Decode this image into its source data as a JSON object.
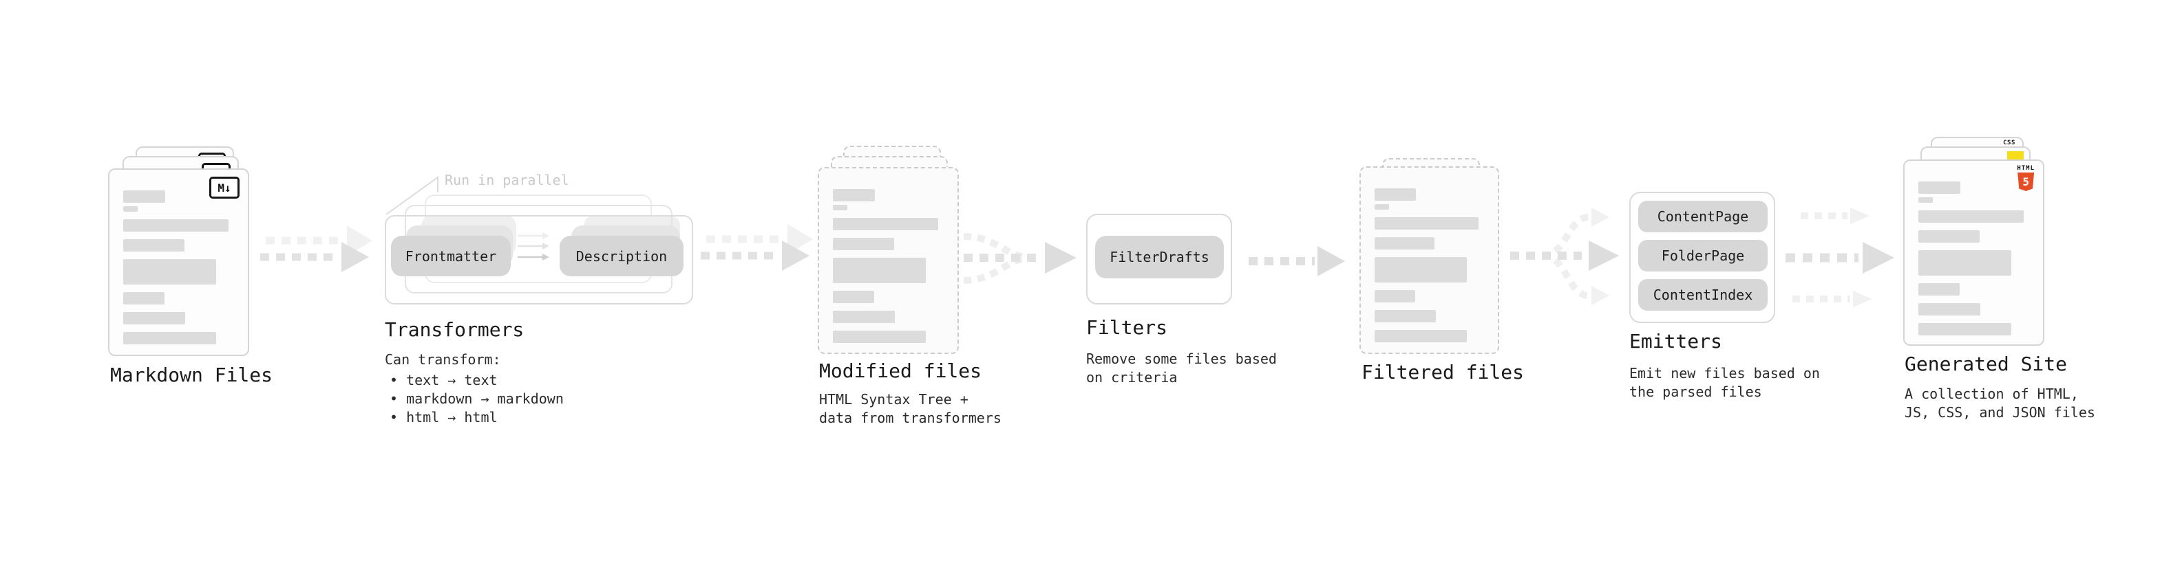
{
  "colors": {
    "html5_orange": "#e44d26",
    "js_yellow": "#f5de19",
    "css_blue": "#2062af",
    "arrow_gray": "#e0e0e0",
    "pill_gray": "#d7d7d7"
  },
  "markdown_files": {
    "label": "Markdown Files",
    "badge": "M↓"
  },
  "transformers": {
    "note": "Run in parallel",
    "pill_left": "Frontmatter",
    "pill_right": "Description",
    "heading": "Transformers",
    "subheading": "Can transform:",
    "bullets": [
      "• text → text",
      "• markdown → markdown",
      "• html → html"
    ]
  },
  "modified_files": {
    "heading": "Modified files",
    "description": [
      "HTML Syntax Tree +",
      "data from transformers"
    ]
  },
  "filters": {
    "pill": "FilterDrafts",
    "heading": "Filters",
    "description": [
      "Remove some files based",
      "on criteria"
    ]
  },
  "filtered_files": {
    "heading": "Filtered files"
  },
  "emitters": {
    "pills": [
      "ContentPage",
      "FolderPage",
      "ContentIndex"
    ],
    "heading": "Emitters",
    "description": [
      "Emit new files based on",
      "the parsed files"
    ]
  },
  "generated_site": {
    "heading": "Generated Site",
    "description": [
      "A collection of HTML,",
      "JS, CSS, and JSON files"
    ],
    "badges": {
      "css": "CSS",
      "html": "HTML",
      "five": "5"
    }
  }
}
